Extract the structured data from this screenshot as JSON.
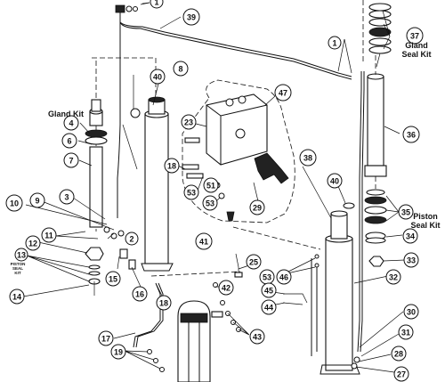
{
  "callouts": {
    "c1a": "1",
    "c1b": "1",
    "c2": "2",
    "c3": "3",
    "c4": "4",
    "c6": "6",
    "c7": "7",
    "c8": "8",
    "c9": "9",
    "c10": "10",
    "c11": "11",
    "c12": "12",
    "c13": "13",
    "c14": "14",
    "c15": "15",
    "c16": "16",
    "c17": "17",
    "c18a": "18",
    "c18b": "18",
    "c19": "19",
    "c23": "23",
    "c25": "25",
    "c27": "27",
    "c28": "28",
    "c29": "29",
    "c30": "30",
    "c31": "31",
    "c32": "32",
    "c33": "33",
    "c34": "34",
    "c35": "35",
    "c36": "36",
    "c37": "37",
    "c38": "38",
    "c39": "39",
    "c40a": "40",
    "c40b": "40",
    "c41": "41",
    "c42": "42",
    "c43": "43",
    "c44": "44",
    "c45": "45",
    "c46": "46",
    "c47": "47",
    "c51": "51",
    "c53a": "53",
    "c53b": "53"
  },
  "kits": {
    "gland_kit_left": "Gland Kit",
    "gland_seal_kit_line1": "Gland",
    "gland_seal_kit_line2": "Seal Kit",
    "piston_seal_kit_line1": "Piston",
    "piston_seal_kit_line2": "Seal Kit",
    "piston_seal_kit_small_line1": "PISTON",
    "piston_seal_kit_small_line2": "SEAL",
    "piston_seal_kit_small_line3": "KIT"
  }
}
